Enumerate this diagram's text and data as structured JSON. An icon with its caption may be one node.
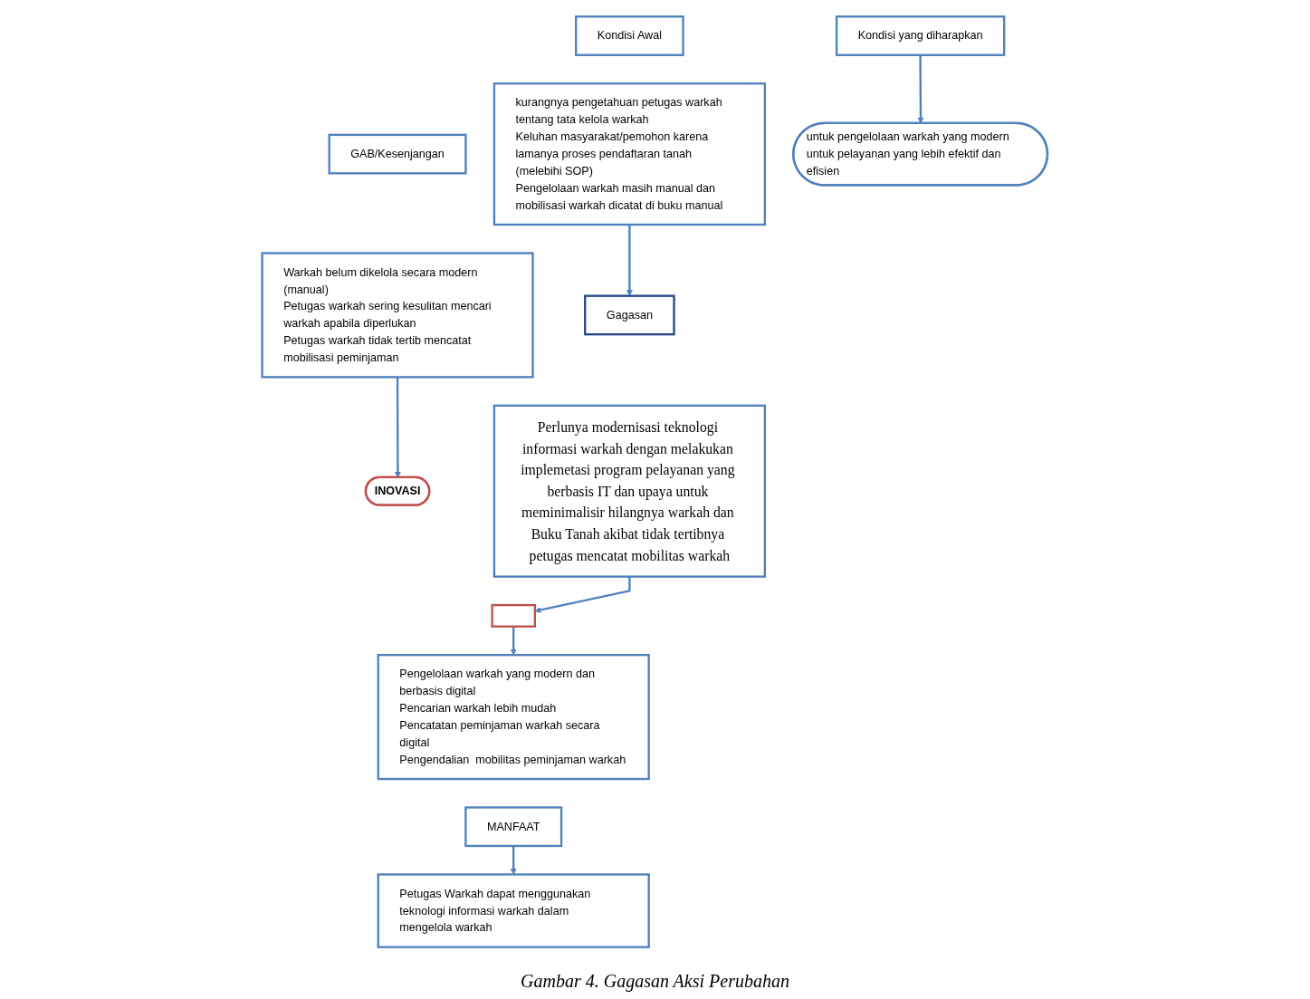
{
  "diagram": {
    "caption": "Gambar 4. Gagasan Aksi Perubahan",
    "nodes": [
      {
        "text": [
          "Kondisi Awal"
        ]
      },
      {
        "text": [
          "kurangnya pengetahuan petugas warkah tentang tata kelola warkah",
          "Keluhan masyarakat/pemohon karena lamanya proses pendaftaran tanah (melebihi SOP)",
          "Pengelolaan warkah masih manual dan mobilisasi warkah dicatat di buku manual"
        ]
      },
      {
        "text": [
          "GAB/Kesenjangan"
        ]
      },
      {
        "text": [
          "Warkah belum dikelola secara modern (manual)",
          "Petugas warkah sering kesulitan mencari warkah apabila diperlukan",
          "Petugas warkah tidak tertib mencatat mobilisasi peminjaman"
        ]
      },
      {
        "text": [
          "untuk pengelolaan warkah yang modern untuk pelayanan yang lebih efektif dan efisien"
        ]
      },
      {
        "text": [
          "Kondisi yang diharapkan"
        ]
      },
      {
        "text": [
          "Petugas Warkah dapat menggunakan teknologi informasi warkah dalam mengelola warkah"
        ]
      },
      {
        "text": [
          "Gagasan"
        ]
      },
      {
        "text": [
          "Perlunya modernisasi teknologi informasi warkah dengan melakukan implemetasi program pelayanan yang berbasis IT dan upaya untuk meminimalisir hilangnya warkah dan Buku Tanah akibat tidak tertibnya petugas mencatat mobilitas warkah"
        ]
      },
      {
        "text": [
          "INOVASI"
        ]
      },
      {
        "text": [],
        "shape": "box"
      },
      {
        "text": [
          "MANFAAT"
        ]
      },
      {
        "text": [
          "Pengelolaan warkah yang modern dan berbasis digital",
          "Pencarian warkah lebih mudah",
          "Pencatatan peminjaman warkah secara digital",
          "Pengendalian  mobilitas peminjaman warkah"
        ]
      }
    ],
    "edges": [
      {
        "from": 1,
        "to": 7,
        "arrow": "to"
      },
      {
        "from": 3,
        "to": 9,
        "arrow": "to"
      },
      {
        "from": 8,
        "to": 10,
        "arrow": "to"
      },
      {
        "from": 10,
        "to": 12,
        "arrow": "to"
      },
      {
        "from": 11,
        "to": 6,
        "arrow": "to"
      },
      {
        "from": 5,
        "to": 4,
        "arrow": "to"
      }
    ]
  }
}
